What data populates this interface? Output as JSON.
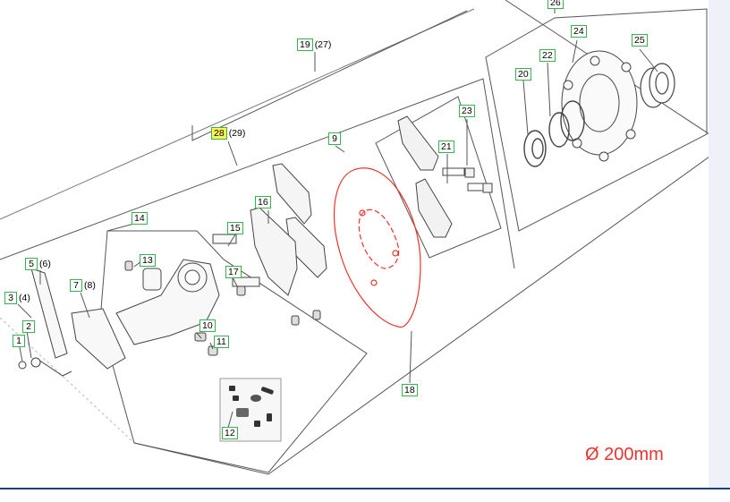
{
  "diagram": {
    "diameter_label": "Ø 200mm",
    "colors": {
      "line": "#555555",
      "callout_border": "#37b24d",
      "highlight": "#fff35a",
      "disc": "#e8342c"
    },
    "callouts": [
      {
        "id": "c26",
        "number": "26",
        "extra": ""
      },
      {
        "id": "c19",
        "number": "19",
        "extra": "(27)"
      },
      {
        "id": "c24",
        "number": "24",
        "extra": ""
      },
      {
        "id": "c25",
        "number": "25",
        "extra": ""
      },
      {
        "id": "c22",
        "number": "22",
        "extra": ""
      },
      {
        "id": "c20",
        "number": "20",
        "extra": ""
      },
      {
        "id": "c23",
        "number": "23",
        "extra": ""
      },
      {
        "id": "c28",
        "number": "28",
        "extra": "(29)",
        "highlighted": true
      },
      {
        "id": "c9",
        "number": "9",
        "extra": ""
      },
      {
        "id": "c21",
        "number": "21",
        "extra": ""
      },
      {
        "id": "c14",
        "number": "14",
        "extra": ""
      },
      {
        "id": "c16",
        "number": "16",
        "extra": ""
      },
      {
        "id": "c15",
        "number": "15",
        "extra": ""
      },
      {
        "id": "c13",
        "number": "13",
        "extra": ""
      },
      {
        "id": "c5",
        "number": "5",
        "extra": "(6)"
      },
      {
        "id": "c7",
        "number": "7",
        "extra": "(8)"
      },
      {
        "id": "c17",
        "number": "17",
        "extra": ""
      },
      {
        "id": "c3",
        "number": "3",
        "extra": "(4)"
      },
      {
        "id": "c2",
        "number": "2",
        "extra": ""
      },
      {
        "id": "c1",
        "number": "1",
        "extra": ""
      },
      {
        "id": "c10",
        "number": "10",
        "extra": ""
      },
      {
        "id": "c11",
        "number": "11",
        "extra": ""
      },
      {
        "id": "c18",
        "number": "18",
        "extra": ""
      },
      {
        "id": "c12",
        "number": "12",
        "extra": ""
      }
    ]
  }
}
